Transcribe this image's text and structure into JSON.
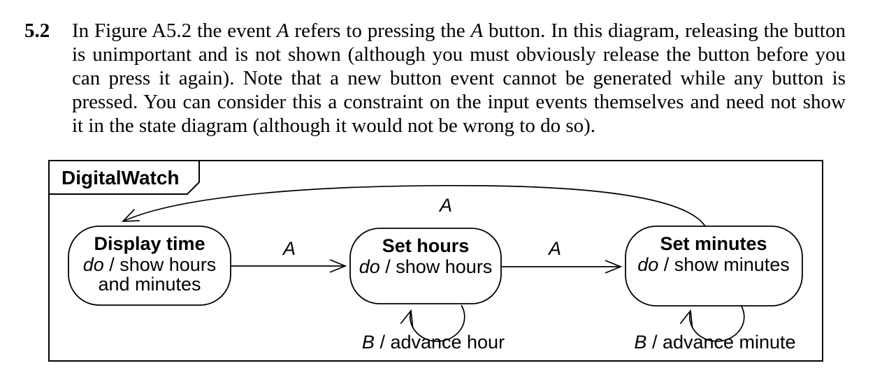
{
  "exercise": {
    "number": "5.2",
    "paragraph_lines": [
      {
        "segments": [
          {
            "t": "In Figure A5.2 the event "
          },
          {
            "t": "A",
            "i": true
          },
          {
            "t": " refers to pressing the "
          },
          {
            "t": "A",
            "i": true
          },
          {
            "t": " button. In this diagram, releasing the button"
          }
        ]
      },
      {
        "segments": [
          {
            "t": "is unimportant and is not shown (although you must obviously release the button before you"
          }
        ]
      },
      {
        "segments": [
          {
            "t": "can press it again). Note that a new button event cannot be generated while any button is"
          }
        ]
      },
      {
        "segments": [
          {
            "t": "pressed. You can consider this a constraint on the input events themselves and need not show"
          }
        ]
      },
      {
        "segments": [
          {
            "t": "it in the state diagram (although it would not be wrong to do so)."
          }
        ]
      }
    ]
  },
  "diagram": {
    "frame_title": "DigitalWatch",
    "states": [
      {
        "name": "Display time",
        "do_keyword": "do",
        "activity": " / show hours",
        "activity_line2": "and minutes"
      },
      {
        "name": "Set hours",
        "do_keyword": "do",
        "activity": " / show hours"
      },
      {
        "name": "Set minutes",
        "do_keyword": "do",
        "activity": " / show minutes"
      }
    ],
    "transitions": [
      {
        "from": "Display time",
        "to": "Set hours",
        "event": "A"
      },
      {
        "from": "Set hours",
        "to": "Set minutes",
        "event": "A"
      },
      {
        "from": "Set minutes",
        "to": "Display time",
        "event": "A"
      }
    ],
    "self_transitions": [
      {
        "state": "Set hours",
        "event": "B",
        "action": " / advance hour"
      },
      {
        "state": "Set minutes",
        "event": "B",
        "action": " / advance minute"
      }
    ],
    "colors": {
      "ink": "#000000",
      "paper": "#ffffff"
    }
  }
}
